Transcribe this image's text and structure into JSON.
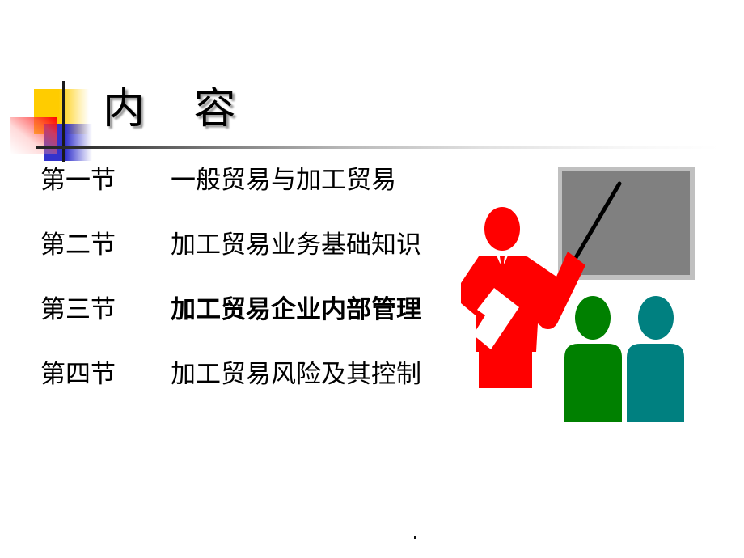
{
  "slide": {
    "title": "内 容",
    "toc": [
      {
        "section": "第一节",
        "title": "一般贸易与加工贸易",
        "emphasized": false
      },
      {
        "section": "第二节",
        "title": "加工贸易业务基础知识",
        "emphasized": false
      },
      {
        "section": "第三节",
        "title": "加工贸易企业内部管理",
        "emphasized": true
      },
      {
        "section": "第四节",
        "title": "加工贸易风险及其控制",
        "emphasized": false
      }
    ],
    "footer_mark": ".",
    "clipart": {
      "description": "presenter pointing at board with two audience members",
      "colors": {
        "presenter": "#ff0000",
        "board_frame": "#c0c0c0",
        "board_surface": "#808080",
        "pointer": "#000000",
        "audience_left": "#008000",
        "audience_right": "#008080"
      }
    },
    "decor_colors": {
      "yellow": "#ffcc00",
      "blue": "#3333cc",
      "red": "#ff0000",
      "rule": "#222222"
    }
  }
}
